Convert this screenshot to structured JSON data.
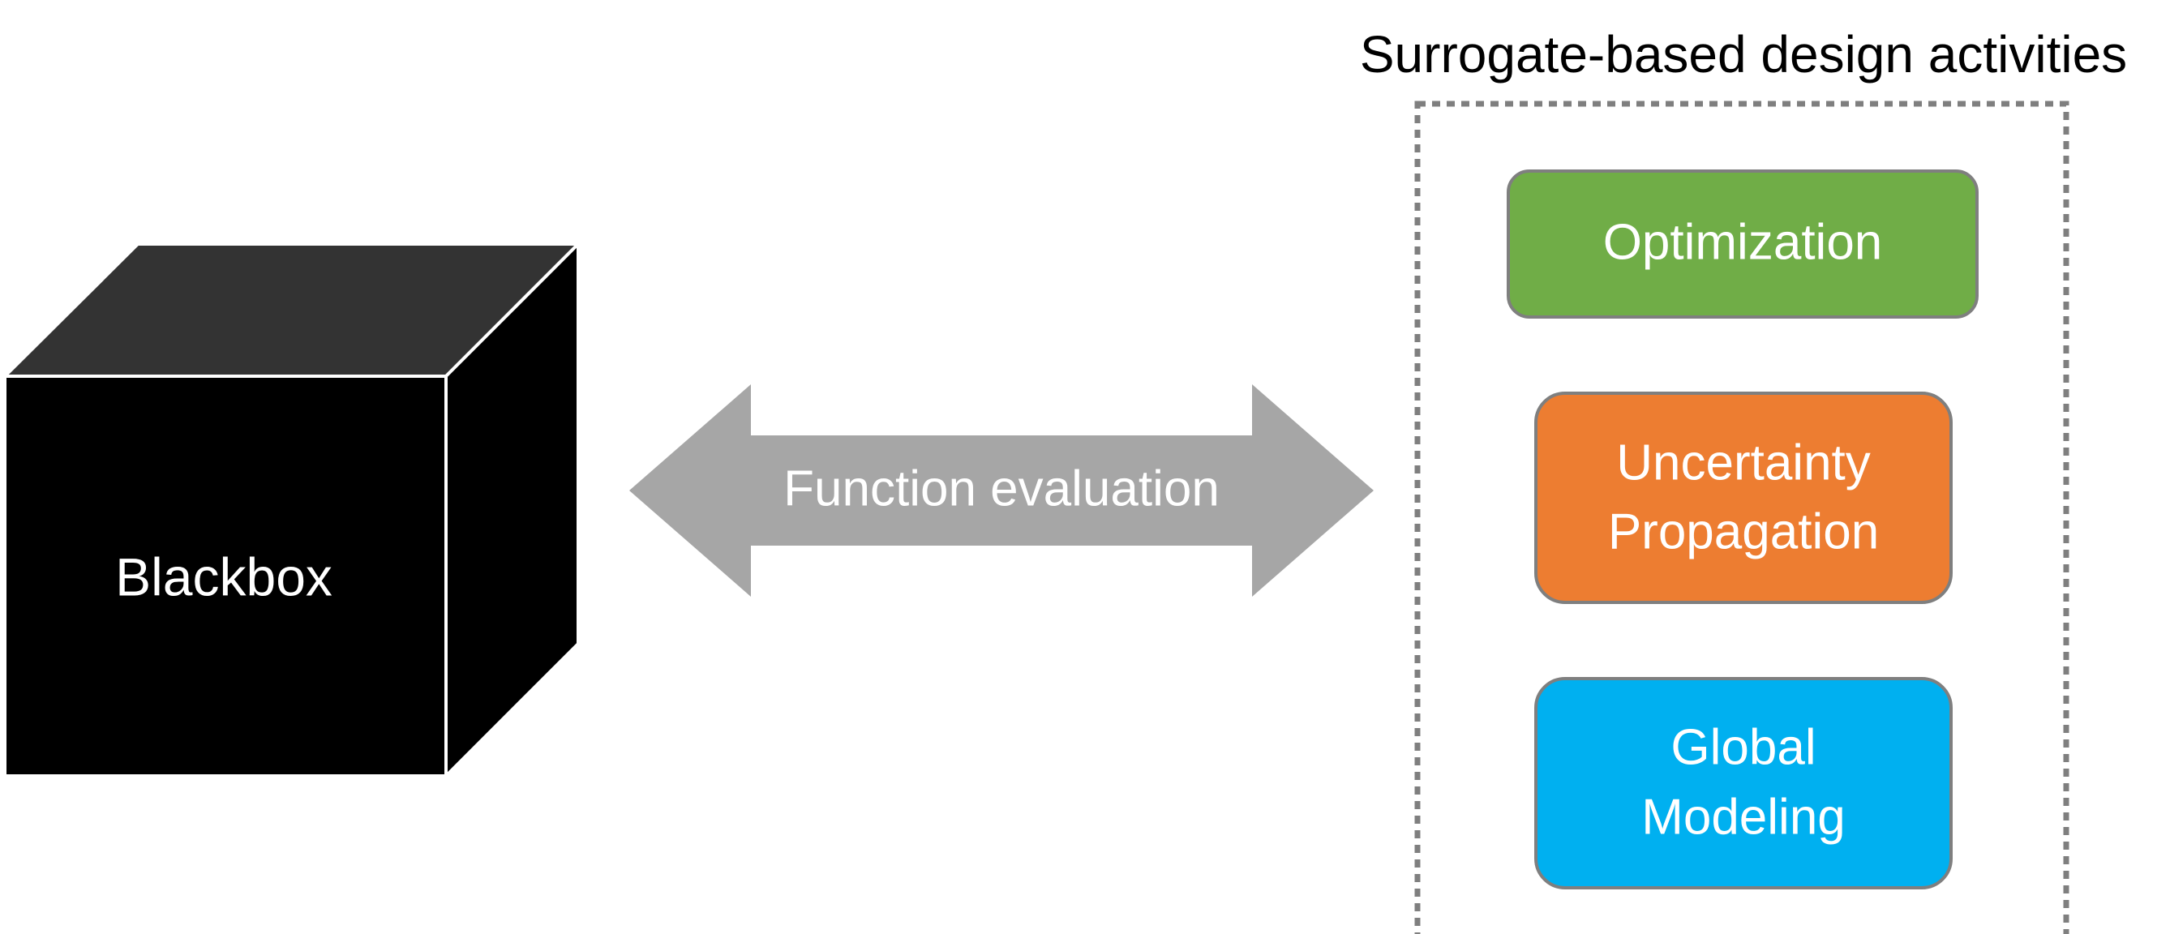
{
  "blackbox": {
    "label": "Blackbox"
  },
  "arrow": {
    "label": "Function evaluation",
    "color": "#a6a6a6"
  },
  "activities": {
    "title": "Surrogate-based design activities",
    "items": [
      {
        "lines": [
          "Optimization"
        ],
        "color": "#70ad47"
      },
      {
        "lines": [
          "Uncertainty",
          "Propagation"
        ],
        "color": "#ed7d31"
      },
      {
        "lines": [
          "Global",
          "Modeling"
        ],
        "color": "#00b0f0"
      }
    ]
  }
}
